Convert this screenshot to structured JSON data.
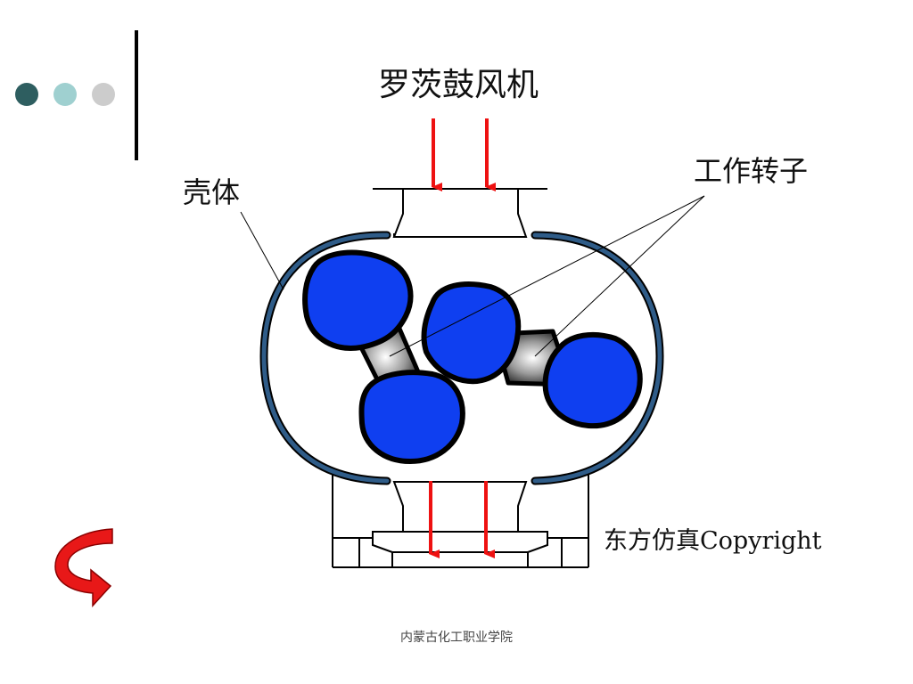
{
  "title": "罗茨鼓风机",
  "labels": {
    "shell": "壳体",
    "rotors": "工作转子",
    "copyright": "东方仿真Copyright"
  },
  "footer": "内蒙古化工职业学院",
  "colors": {
    "dot_dark": "#2e5e60",
    "dot_mid": "#9fd0d0",
    "dot_light": "#cccccc",
    "casing": "#2f5c88",
    "rotor_lobe": "#0f3ff0",
    "flow_arrow": "#ee1111",
    "back_arrow": "#e81818"
  },
  "icons": {
    "nav_back": "curved-return-arrow-icon"
  }
}
